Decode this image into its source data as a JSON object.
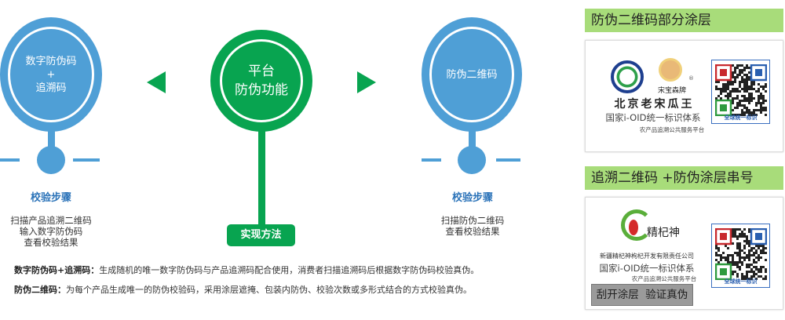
{
  "left_node": {
    "line1": "数字防伪码",
    "plus": "+",
    "line2": "追溯码",
    "step_title": "校验步骤",
    "steps": [
      "扫描产品追溯二维码",
      "输入数字防伪码",
      "查看校验结果"
    ]
  },
  "center_node": {
    "line1": "平台",
    "line2": "防伪功能",
    "button": "实现方法"
  },
  "right_node": {
    "label": "防伪二维码",
    "step_title": "校验步骤",
    "steps": [
      "扫描防伪二维码",
      "查看校验结果"
    ]
  },
  "descriptions": [
    {
      "term": "数字防伪码+追溯码：",
      "text": "生成随机的唯一数字防伪码与产品追溯码配合使用，消费者扫描追溯码后根据数字防伪码校验真伪。"
    },
    {
      "term": "防伪二维码：",
      "text": "为每个产品生成唯一的防伪校验码，采用涂层遮掩、包装内防伪、校验次数或多形式结合的方式校验真伪。"
    }
  ],
  "panel1": {
    "title": "防伪二维码部分涂层",
    "brand": "宋宝森牌",
    "company": "北京老宋瓜王",
    "system": "国家i-OID统一标识体系",
    "platform": "农产品追溯公共服务平台",
    "qr_label": "全球统一标识"
  },
  "panel2": {
    "title": "追溯二维码 +防伪涂层串号",
    "logo_text": "精杞神",
    "company": "新疆精杞神枸杞开发有限责任公司",
    "system": "国家i-OID统一标识体系",
    "platform": "农产品追溯公共服务平台",
    "scratch": "刮开涂层  验证真伪",
    "qr_label": "全球统一标识"
  },
  "colors": {
    "blue": "#4f9fd6",
    "green": "#08a450",
    "panel_green": "#a8dc7a"
  }
}
